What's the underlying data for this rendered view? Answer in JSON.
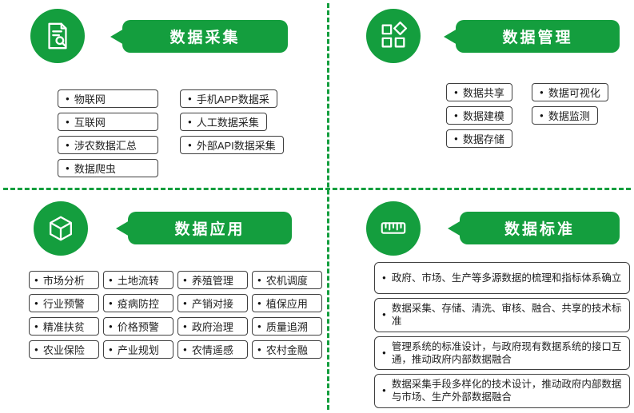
{
  "ui": {
    "bullet": "●"
  },
  "theme": {
    "green": "#149e3e",
    "box_border": "#3f3f3f"
  },
  "sections": {
    "collection": {
      "title": "数据采集",
      "icon": "document-search-icon",
      "col1": [
        "物联网",
        "互联网",
        "涉农数据汇总",
        "数据爬虫"
      ],
      "col2": [
        "手机APP数据采",
        "人工数据采集",
        "外部API数据采集"
      ]
    },
    "management": {
      "title": "数据管理",
      "icon": "shapes-grid-icon",
      "col1": [
        "数据共享",
        "数据建模",
        "数据存储"
      ],
      "col2": [
        "数据可视化",
        "数据监测"
      ]
    },
    "application": {
      "title": "数据应用",
      "icon": "cube-icon",
      "rows": [
        [
          "市场分析",
          "土地流转",
          "养殖管理",
          "农机调度"
        ],
        [
          "行业预警",
          "疫病防控",
          "产销对接",
          "植保应用"
        ],
        [
          "精准扶贫",
          "价格预警",
          "政府治理",
          "质量追溯"
        ],
        [
          "农业保险",
          "产业规划",
          "农情遥感",
          "农村金融"
        ]
      ]
    },
    "standard": {
      "title": "数据标准",
      "icon": "ruler-icon",
      "items": [
        "政府、市场、生产等多源数据的梳理和指标体系确立",
        "数据采集、存储、清洗、审核、融合、共享的技术标准",
        "管理系统的标准设计，与政府现有数据系统的接口互通，推动政府内部数据融合",
        "数据采集手段多样化的技术设计，推动政府内部数据与市场、生产外部数据融合"
      ]
    }
  }
}
